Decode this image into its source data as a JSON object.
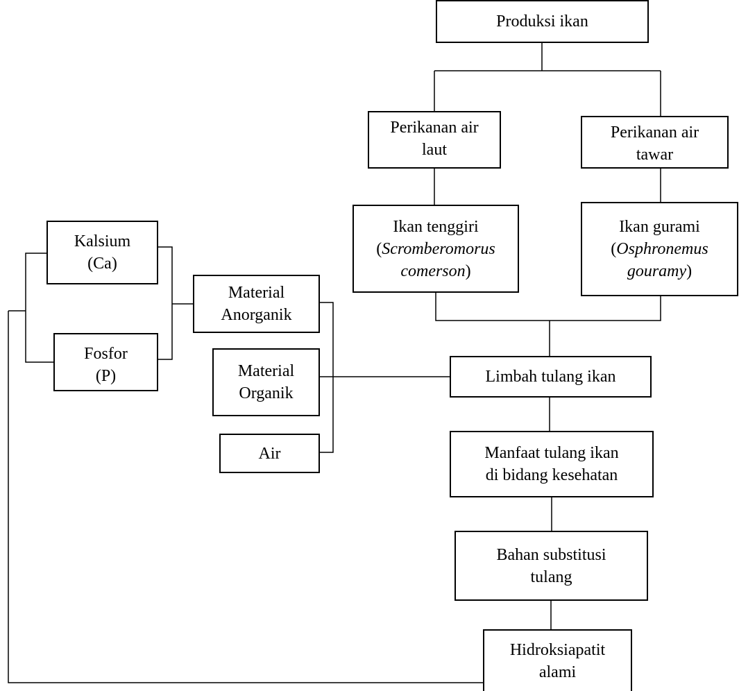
{
  "nodes": {
    "produksi": {
      "l1": "Produksi ikan"
    },
    "laut": {
      "l1": "Perikanan air",
      "l2": "laut"
    },
    "tawar": {
      "l1": "Perikanan air",
      "l2": "tawar"
    },
    "tenggiri": {
      "l1": "Ikan tenggiri",
      "pre": "(",
      "sci1": "Scromberomorus",
      "sci2": "comerson",
      "post": ")"
    },
    "gurami": {
      "l1": "Ikan gurami",
      "pre": "(",
      "sci1": "Osphronemus",
      "sci2": "gouramy",
      "post": ")"
    },
    "kalsium": {
      "l1": "Kalsium",
      "l2": "(Ca)"
    },
    "fosfor": {
      "l1": "Fosfor",
      "l2": "(P)"
    },
    "anorganik": {
      "l1": "Material",
      "l2": "Anorganik"
    },
    "organik": {
      "l1": "Material",
      "l2": "Organik"
    },
    "air": {
      "l1": "Air"
    },
    "limbah": {
      "l1": "Limbah tulang ikan"
    },
    "manfaat": {
      "l1": "Manfaat tulang ikan",
      "l2": "di bidang kesehatan"
    },
    "bahan": {
      "l1": "Bahan substitusi",
      "l2": "tulang"
    },
    "hidroksi": {
      "l1": "Hidroksiapatit",
      "l2": "alami"
    }
  }
}
